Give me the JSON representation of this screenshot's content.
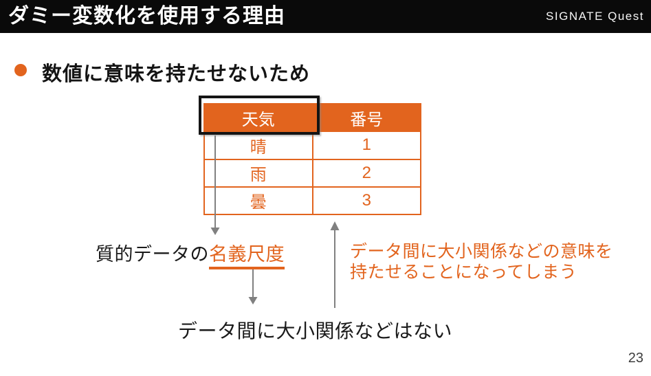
{
  "slide": {
    "header": {
      "title": "ダミー変数化を使用する理由",
      "brand": "SIGNATE Quest"
    },
    "bullet": {
      "label": "数値に意味を持たせないため"
    },
    "table": {
      "columns": [
        "天気",
        "番号"
      ],
      "rows": [
        [
          "晴",
          "1"
        ],
        [
          "雨",
          "2"
        ],
        [
          "曇",
          "3"
        ]
      ]
    },
    "captions": {
      "left_prefix": "質的データの",
      "left_highlight": "名義尺度",
      "right_line1": "データ間に大小関係などの意味を",
      "right_line2": "持たせることになってしまう",
      "bottom": "データ間に大小関係などはない"
    },
    "page_number": "23",
    "colors": {
      "accent_orange": "#E2641E",
      "header_bg": "#0A0A0A",
      "arrow_gray": "#808080"
    }
  }
}
